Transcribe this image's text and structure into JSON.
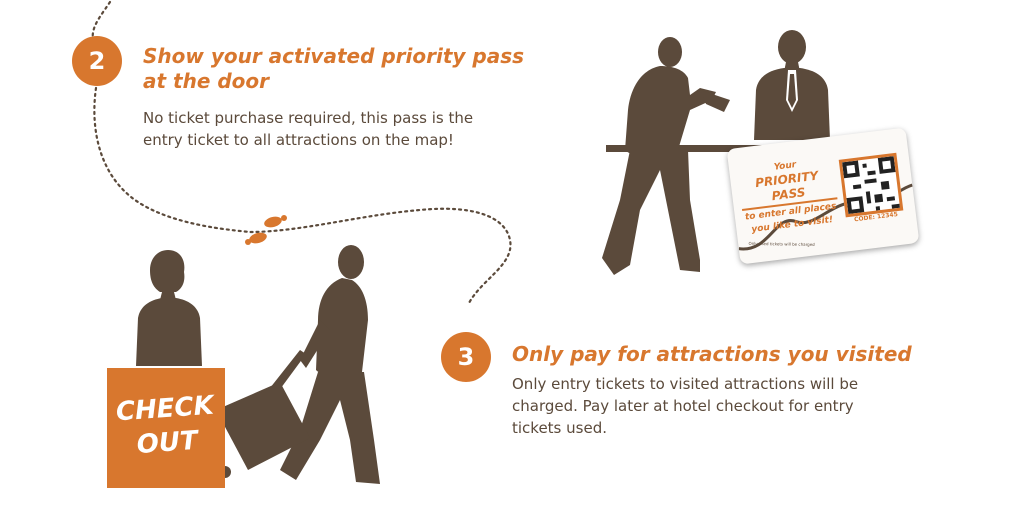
{
  "steps": [
    {
      "number": "2",
      "title_line1": "Show your activated priority pass",
      "title_line2": "at the door",
      "description_line1": "No ticket purchase required, this pass is the",
      "description_line2": "entry ticket to all attractions on the map!"
    },
    {
      "number": "3",
      "title_line1": "Only pay for attractions you visited",
      "description_line1": "Only entry tickets to visited attractions will be",
      "description_line2": "charged. Pay later at hotel checkout for entry",
      "description_line3": "tickets used."
    }
  ],
  "checkout": {
    "line1": "CHECK",
    "line2": "OUT"
  },
  "pass_card": {
    "line1": "Your",
    "line2": "PRIORITY PASS",
    "line3": "to enter all places",
    "line4": "you like to visit!",
    "code": "CODE: 12345",
    "fine_print": "Only used tickets will be charged"
  },
  "colors": {
    "accent": "#d8772e",
    "silhouette": "#5b4a3b",
    "text": "#5b4a3b"
  }
}
